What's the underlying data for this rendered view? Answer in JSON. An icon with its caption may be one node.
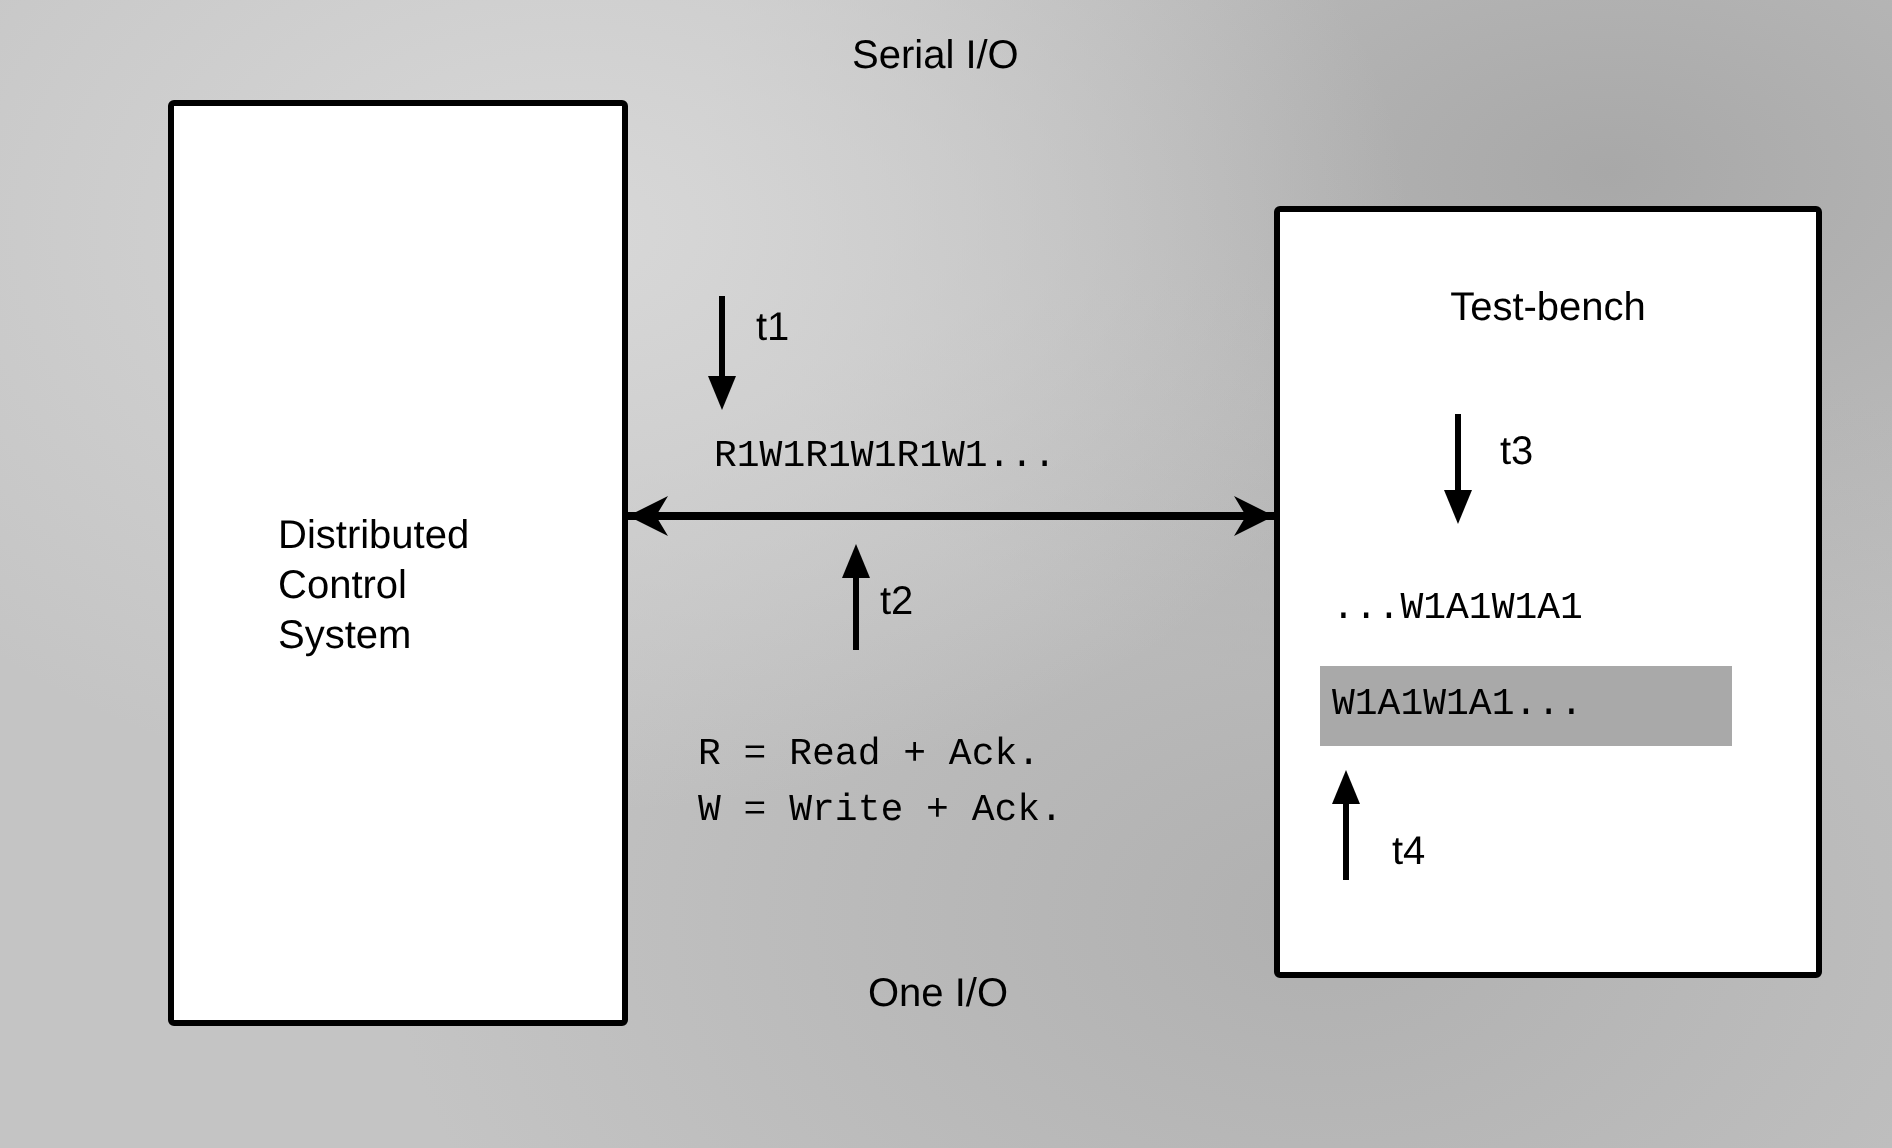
{
  "diagram": {
    "nodes": [
      {
        "text": [
          "Distributed Control System"
        ]
      },
      {
        "text": [
          "Test-bench"
        ]
      },
      {
        "text": [
          "W1A1W1A1..."
        ],
        "in": 1
      }
    ],
    "edges": [
      {
        "from": 0,
        "to": 1,
        "arrow": "both"
      }
    ],
    "labels": [
      "Serial I/O",
      "t1",
      "R1W1R1W1R1W1...",
      "t3",
      "...W1A1W1A1",
      "t2",
      "R = Read + Ack.",
      "W = Write + Ack.",
      "t4",
      "One I/O"
    ]
  }
}
